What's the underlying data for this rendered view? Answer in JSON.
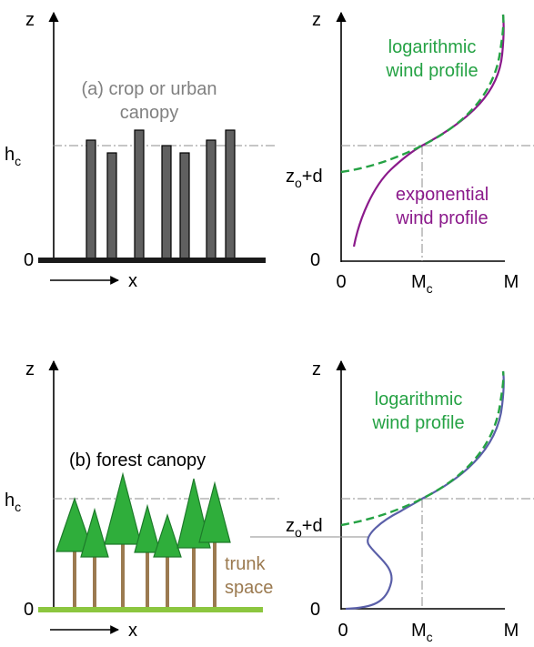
{
  "colors": {
    "black": "#000000",
    "bar": "#606060",
    "bar_edge": "#000000",
    "ground_a": "#1a1a1a",
    "guide": "#8c8c8c",
    "log": "#25a244",
    "exp": "#8b1a8b",
    "forest": "#5a5fa8",
    "tree": "#2fae3b",
    "tree_edge": "#1d7a2a",
    "trunk": "#9b7a50",
    "ground_b": "#8cc63f",
    "caption_gray": "#808080",
    "trunk_label": "#9b7a50"
  },
  "panel_a": {
    "left": {
      "z_label": "z",
      "hc_main": "h",
      "hc_sub": "c",
      "zero": "0",
      "x_label": "x",
      "caption_1": "(a) crop or urban",
      "caption_2": "canopy"
    },
    "right": {
      "z_label": "z",
      "z0d_main": "z",
      "z0d_sub": "o",
      "z0d_rest": "+d",
      "zero_y": "0",
      "zero_x": "0",
      "mc_main": "M",
      "mc_sub": "c",
      "m_label": "M",
      "log_1": "logarithmic",
      "log_2": "wind profile",
      "exp_1": "exponential",
      "exp_2": "wind profile"
    }
  },
  "panel_b": {
    "left": {
      "z_label": "z",
      "hc_main": "h",
      "hc_sub": "c",
      "zero": "0",
      "x_label": "x",
      "caption": "(b) forest canopy",
      "trunk_1": "trunk",
      "trunk_2": "space"
    },
    "right": {
      "z_label": "z",
      "z0d_main": "z",
      "z0d_sub": "o",
      "z0d_rest": "+d",
      "zero_y": "0",
      "zero_x": "0",
      "mc_main": "M",
      "mc_sub": "c",
      "m_label": "M",
      "log_1": "logarithmic",
      "log_2": "wind profile"
    }
  }
}
